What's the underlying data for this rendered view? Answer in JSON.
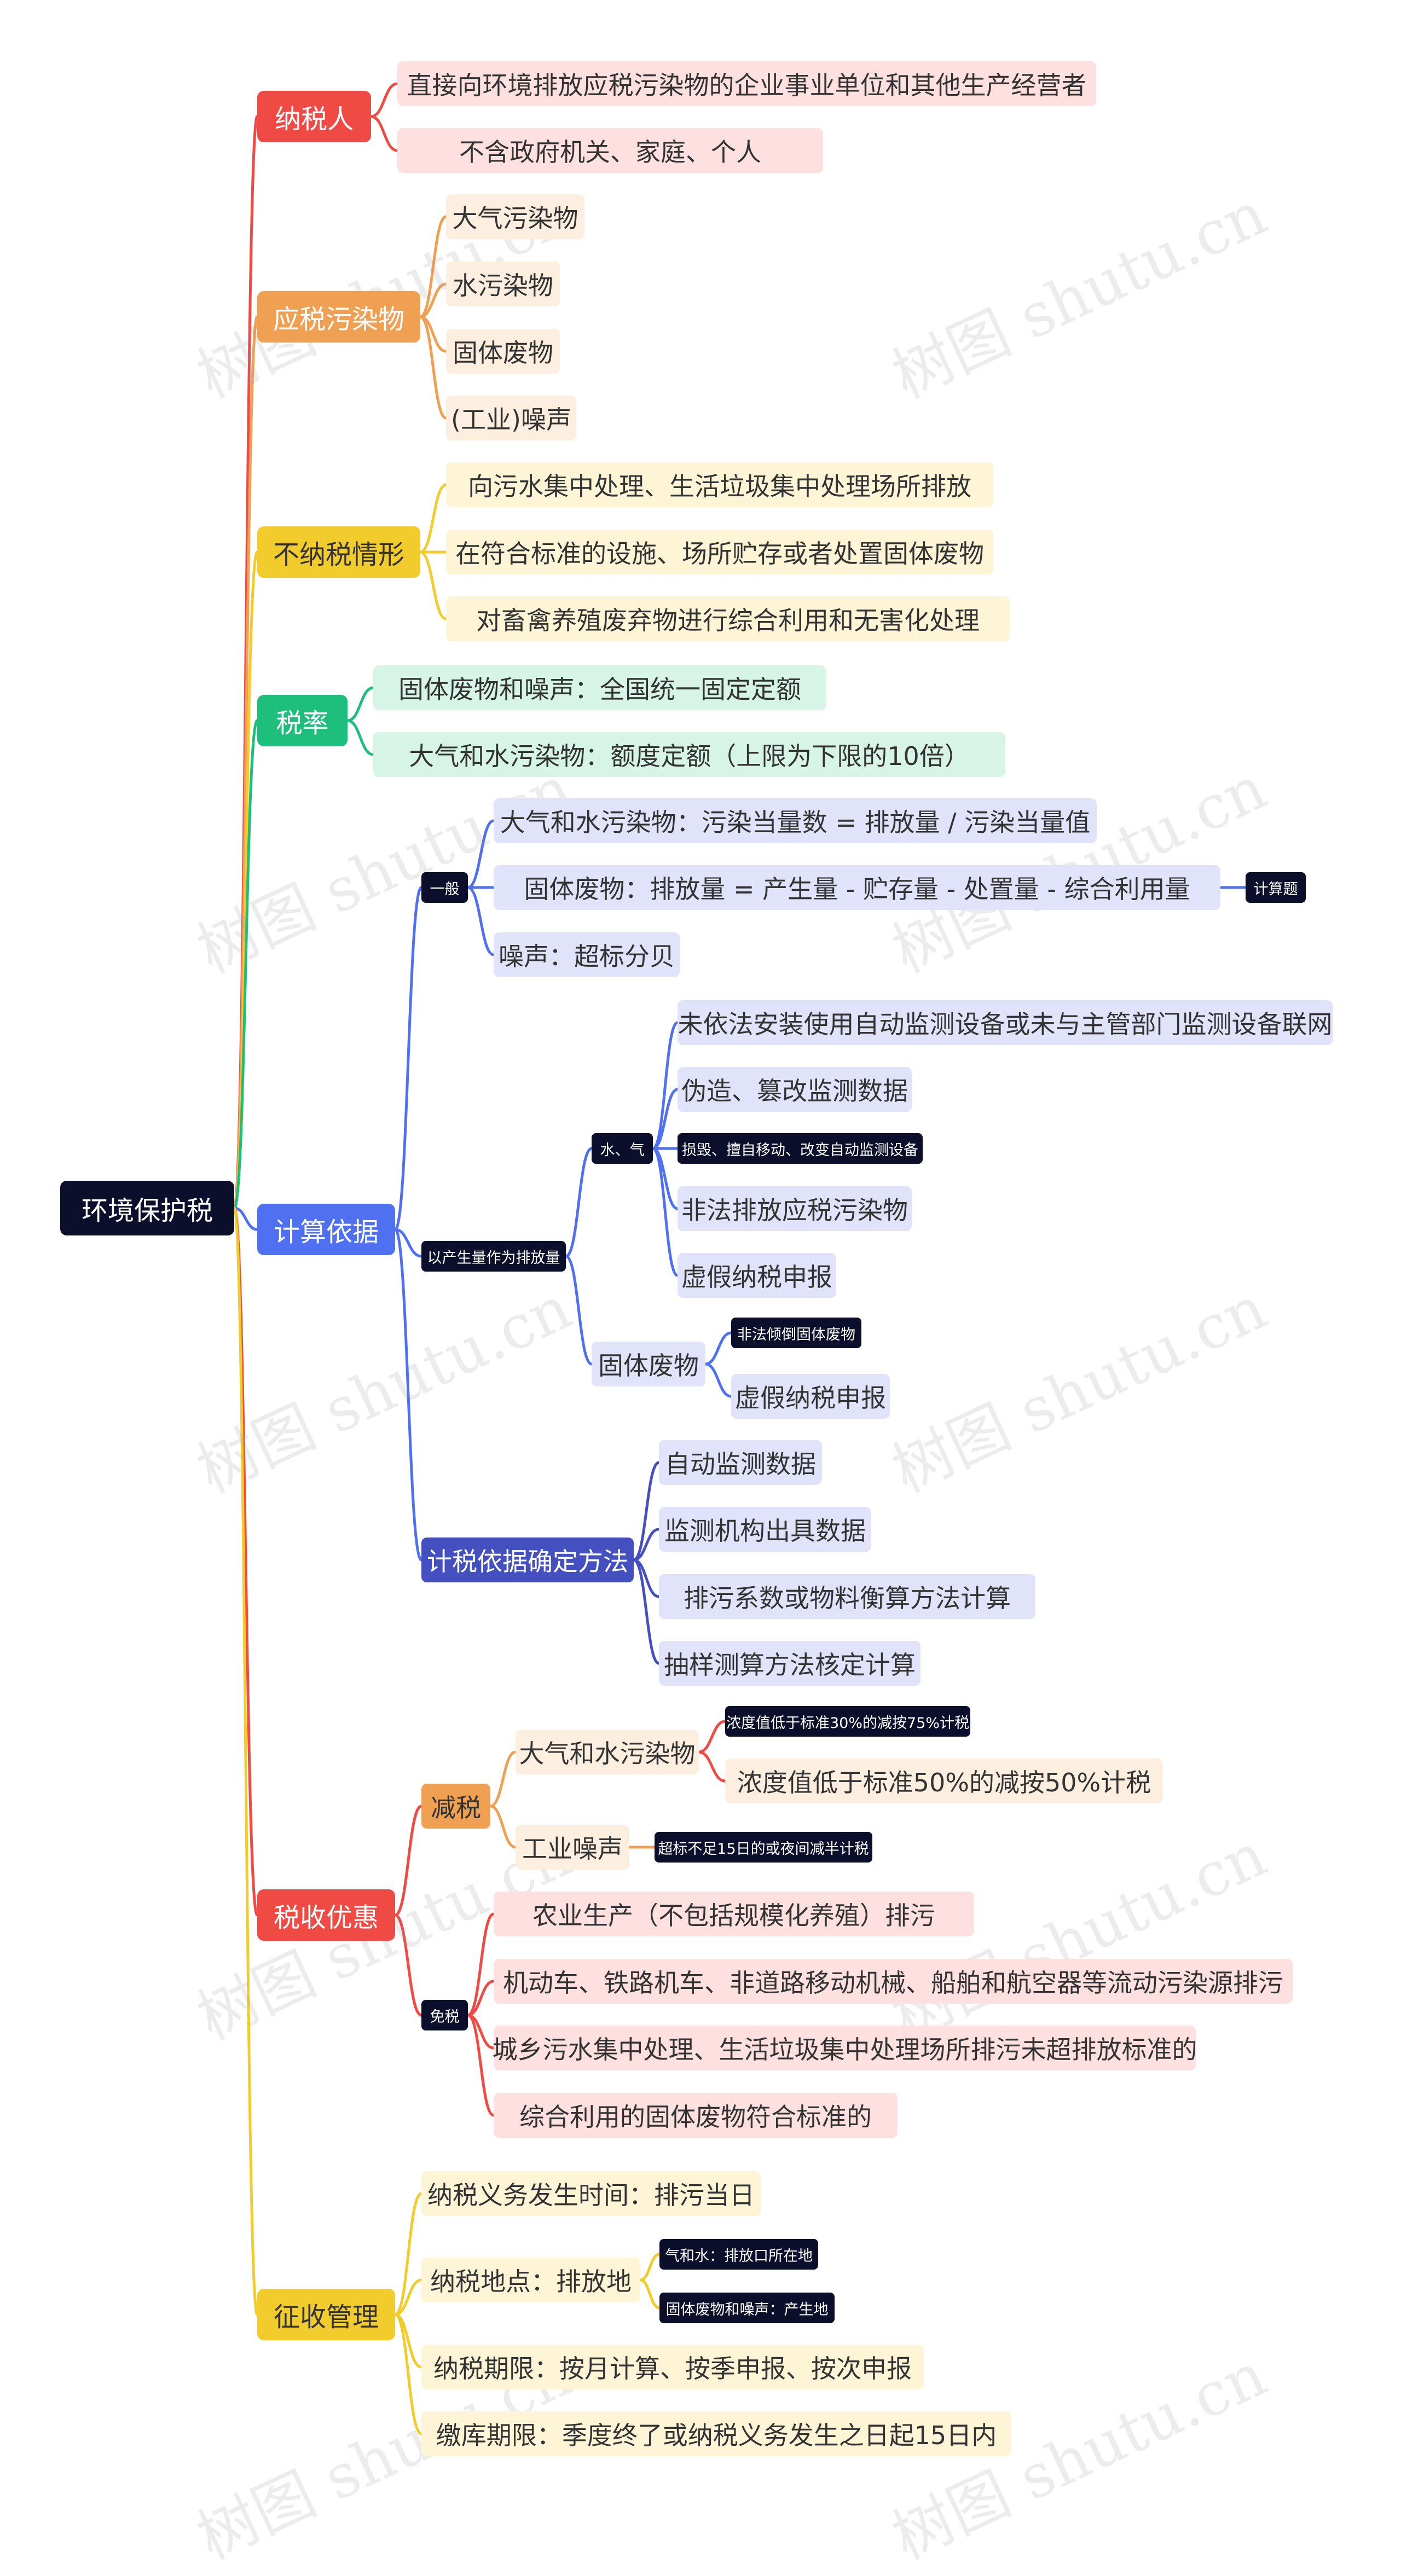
{
  "colors": {
    "red": "#f04a44",
    "orange": "#f0a052",
    "yellow": "#f2cc2c",
    "green": "#1ebe7c",
    "blue": "#4f70f0",
    "indigo": "#4450c0",
    "dark": "#0c0f2b",
    "redLight": "#fde0df",
    "orangeLight": "#fdefdf",
    "yellowLight": "#fdf5d6",
    "greenLight": "#d6f5e7",
    "blueLight": "#e0e3f9"
  },
  "watermark": "树图 shutu.cn",
  "mindmap": {
    "root": "环境保护税",
    "taxpayer": {
      "label": "纳税人",
      "items": [
        "直接向环境排放应税污染物的企业事业单位和其他生产经营者",
        "不含政府机关、家庭、个人"
      ]
    },
    "pollutants": {
      "label": "应税污染物",
      "items": [
        "大气污染物",
        "水污染物",
        "固体废物",
        "(工业)噪声"
      ]
    },
    "exempt_cases": {
      "label": "不纳税情形",
      "items": [
        "向污水集中处理、生活垃圾集中处理场所排放",
        "在符合标准的设施、场所贮存或者处置固体废物",
        "对畜禽养殖废弃物进行综合利用和无害化处理"
      ]
    },
    "rate": {
      "label": "税率",
      "items": [
        "固体废物和噪声：全国统一固定定额",
        "大气和水污染物：额度定额（上限为下限的10倍）"
      ]
    },
    "basis": {
      "label": "计算依据",
      "general": {
        "label": "一般",
        "items": [
          "大气和水污染物：污染当量数 = 排放量 / 污染当量值",
          "固体废物：排放量 = 产生量 - 贮存量 - 处置量 - 综合利用量",
          "噪声：超标分贝"
        ],
        "note": "计算题"
      },
      "output": {
        "label": "以产生量作为排放量",
        "water_air": {
          "label": "水、气",
          "items": [
            "未依法安装使用自动监测设备或未与主管部门监测设备联网",
            "伪造、篡改监测数据",
            "损毁、擅自移动、改变自动监测设备",
            "非法排放应税污染物",
            "虚假纳税申报"
          ]
        },
        "solid": {
          "label": "固体废物",
          "items": [
            "非法倾倒固体废物",
            "虚假纳税申报"
          ]
        }
      },
      "method": {
        "label": "计税依据确定方法",
        "items": [
          "自动监测数据",
          "监测机构出具数据",
          "排污系数或物料衡算方法计算",
          "抽样测算方法核定计算"
        ]
      }
    },
    "incentive": {
      "label": "税收优惠",
      "reduce": {
        "label": "减税",
        "air_water": {
          "label": "大气和水污染物",
          "items": [
            "浓度值低于标准30%的减按75%计税",
            "浓度值低于标准50%的减按50%计税"
          ]
        },
        "noise": {
          "label": "工业噪声",
          "items": [
            "超标不足15日的或夜间减半计税"
          ]
        }
      },
      "exempt": {
        "label": "免税",
        "items": [
          "农业生产（不包括规模化养殖）排污",
          "机动车、铁路机车、非道路移动机械、船舶和航空器等流动污染源排污",
          "城乡污水集中处理、生活垃圾集中处理场所排污未超排放标准的",
          "综合利用的固体废物符合标准的"
        ]
      }
    },
    "collection": {
      "label": "征收管理",
      "time": "纳税义务发生时间：排污当日",
      "place": {
        "label": "纳税地点：排放地",
        "items": [
          "气和水：排放口所在地",
          "固体废物和噪声：产生地"
        ]
      },
      "period": "纳税期限：按月计算、按季申报、按次申报",
      "deadline": "缴库期限：季度终了或纳税义务发生之日起15日内"
    }
  }
}
